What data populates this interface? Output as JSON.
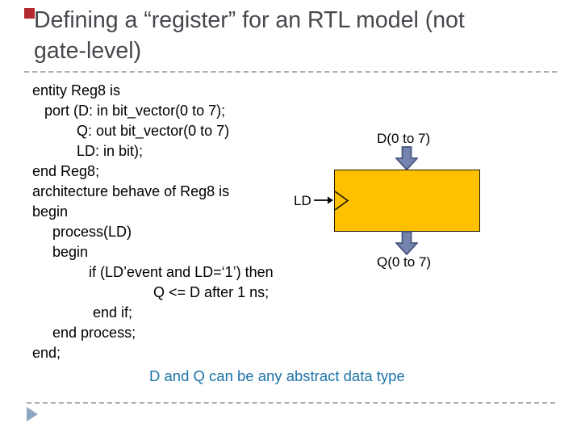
{
  "colors": {
    "bullet-red": "#B3282D",
    "title-gray": "#45484D",
    "rule-gray": "#A9AFB2",
    "code-black": "#000000",
    "note-blue": "#1C73A8",
    "reg-yellow": "#FFC000",
    "reg-border": "#201A00",
    "arrow-fill": "#7484AD",
    "arrow-stroke": "#495580",
    "footer-triangle-blue": "#8FA6C0"
  },
  "title": {
    "line1": "Defining a “register” for an RTL model (not",
    "line2": "gate-level)"
  },
  "code": {
    "lines": [
      "entity Reg8 is",
      "   port (D: in bit_vector(0 to 7);",
      "           Q: out bit_vector(0 to 7)",
      "           LD: in bit);",
      "end Reg8;",
      "architecture behave of Reg8 is",
      "begin",
      "     process(LD)",
      "     begin",
      "              if (LD’event and LD=‘1’) then",
      "                              Q <= D after 1 ns;",
      "               end if;",
      "     end process;",
      "end;"
    ]
  },
  "note": {
    "text": "D and Q can be any abstract data type"
  },
  "diagram": {
    "top_port_label": "D(0 to 7)",
    "clock_label": "LD",
    "bottom_port_label": "Q(0 to 7)"
  }
}
